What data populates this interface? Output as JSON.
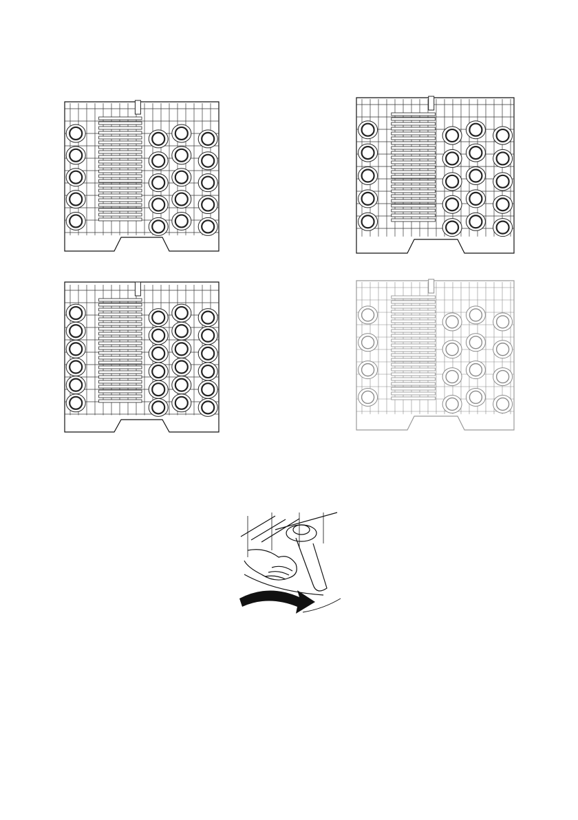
{
  "page": {
    "background": "#ffffff",
    "line_color": "#111111"
  },
  "figures": [
    {
      "name": "rack-loading-example-1",
      "glass_rows": 5,
      "plate_rows": 2
    },
    {
      "name": "rack-loading-example-2",
      "glass_rows": 5,
      "plate_rows": 2
    },
    {
      "name": "rack-loading-example-3",
      "glass_rows": 6,
      "plate_rows": 2
    },
    {
      "name": "rack-loading-example-4",
      "glass_rows": 4,
      "plate_rows": 2
    },
    {
      "name": "spray-arm-rotation-illustration",
      "arrow_direction": "right"
    }
  ]
}
